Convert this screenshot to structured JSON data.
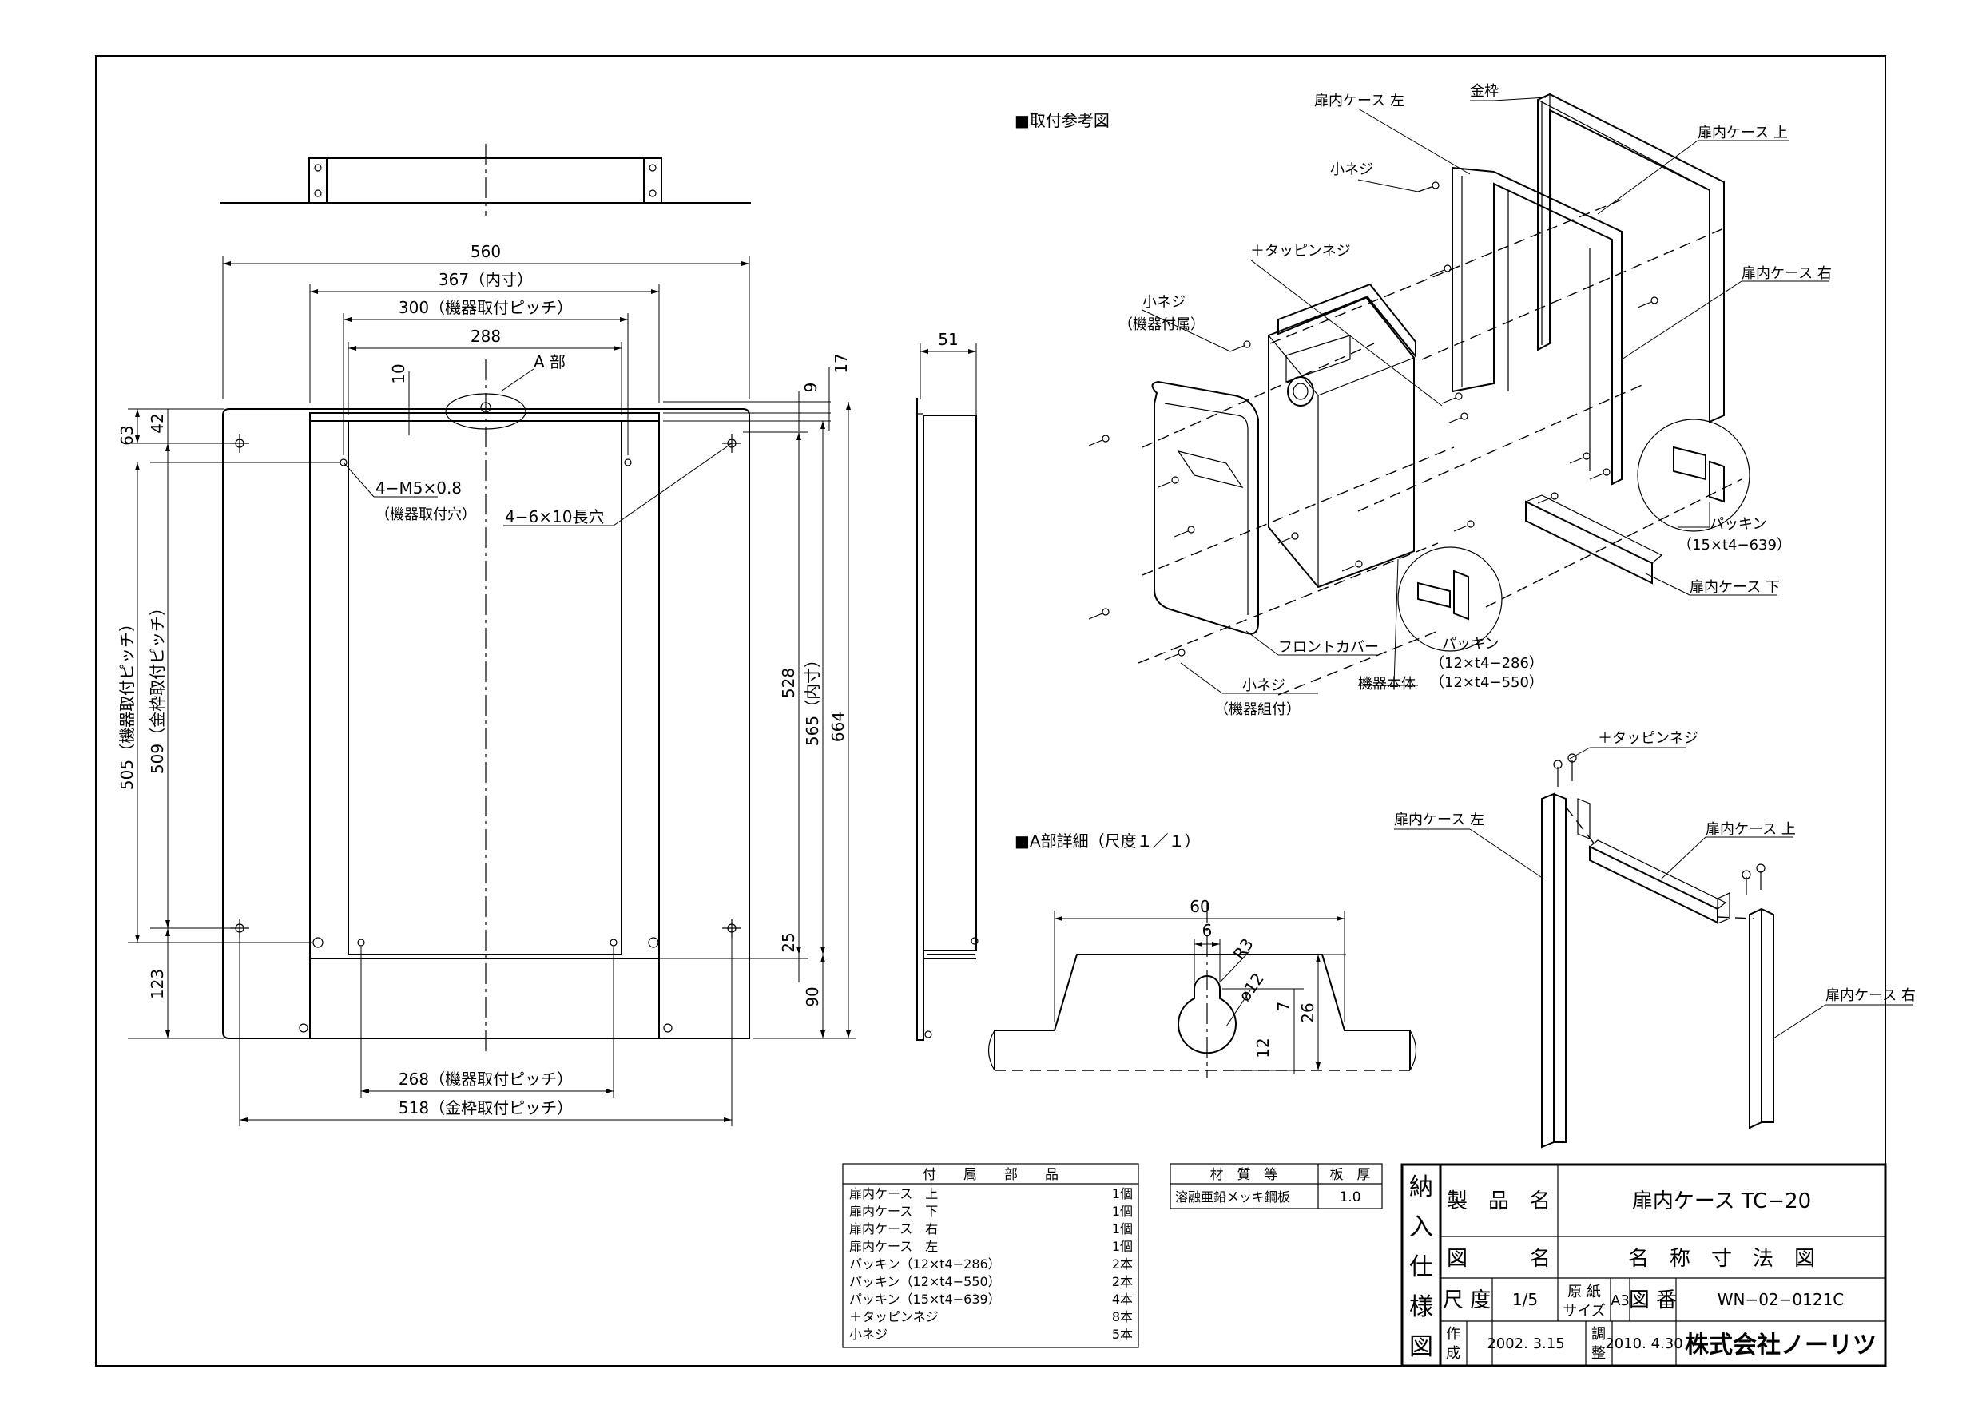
{
  "drawing": {
    "front": {
      "dims": {
        "d560": "560",
        "d367": "367（内寸）",
        "d300": "300（機器取付ピッチ）",
        "d288": "288",
        "d10": "10",
        "a_part": "A 部",
        "d9": "9",
        "d17": "17",
        "d63": "63",
        "d42": "42",
        "d505": "505（機器取付ピッチ）",
        "d509": "509（金枠取付ピッチ）",
        "d123": "123",
        "d528": "528",
        "d565": "565（内寸）",
        "d664": "664",
        "d25": "25",
        "d90": "90",
        "d268": "268（機器取付ピッチ）",
        "d518": "518（金枠取付ピッチ）",
        "m5": "4−M5×0.8",
        "m5_sub": "（機器取付穴）",
        "slot": "4−6×10長穴"
      }
    },
    "side": {
      "d51": "51"
    },
    "iso": {
      "title": "■取付参考図",
      "labels": {
        "kanawaku": "金枠",
        "case_left": "扉内ケース 左",
        "case_top": "扉内ケース 上",
        "case_right": "扉内ケース 右",
        "case_bottom": "扉内ケース 下",
        "koneji": "小ネジ",
        "tapping": "＋タッピンネジ",
        "koneji_equip": "小ネジ",
        "koneji_equip_sub": "（機器付属）",
        "packing1": "パッキン",
        "packing1_sub": "（15×t4−639）",
        "packing2": "パッキン",
        "packing2_sub1": "（12×t4−286）",
        "packing2_sub2": "（12×t4−550）",
        "front_cover": "フロントカバー",
        "body": "機器本体",
        "koneji_kumi": "小ネジ",
        "koneji_kumi_sub": "（機器組付）"
      }
    },
    "detail": {
      "title": "■A部詳細（尺度１／１）",
      "dims": {
        "d60": "60",
        "d6": "6",
        "r3": "R3",
        "phi12": "ø12",
        "d7": "7",
        "d26": "26",
        "d12": "12"
      }
    },
    "assembly": {
      "tapping": "＋タッピンネジ",
      "case_left": "扉内ケース 左",
      "case_top": "扉内ケース 上",
      "case_right": "扉内ケース 右"
    }
  },
  "parts_table": {
    "header": "付　　属　　部　　品",
    "rows": [
      {
        "name": "扉内ケース　上",
        "qty": "1個"
      },
      {
        "name": "扉内ケース　下",
        "qty": "1個"
      },
      {
        "name": "扉内ケース　右",
        "qty": "1個"
      },
      {
        "name": "扉内ケース　左",
        "qty": "1個"
      },
      {
        "name": "パッキン（12×t4−286）",
        "qty": "2本"
      },
      {
        "name": "パッキン（12×t4−550）",
        "qty": "2本"
      },
      {
        "name": "パッキン（15×t4−639）",
        "qty": "4本"
      },
      {
        "name": "＋タッピンネジ",
        "qty": "8本"
      },
      {
        "name": "小ネジ",
        "qty": "5本"
      }
    ]
  },
  "material_table": {
    "h_material": "材　質　等",
    "h_thickness": "板　厚",
    "material": "溶融亜鉛メッキ鋼板",
    "thickness": "1.0"
  },
  "title_block": {
    "side_label": [
      "納",
      "入",
      "仕",
      "様",
      "図"
    ],
    "product_name_label": "製　品　名",
    "product_name": "扉内ケース TC−20",
    "drawing_name_label": "図　　　名",
    "drawing_name": "名　称　寸　法　図",
    "scale_label": "尺 度",
    "scale": "1/5",
    "paper_label_1": "原 紙",
    "paper_label_2": "サイズ",
    "paper": "A3",
    "number_label": "図 番",
    "number": "WN−02−0121C",
    "created_label_1": "作",
    "created_label_2": "成",
    "created": "2002. 3.15",
    "adjusted_label_1": "調",
    "adjusted_label_2": "整",
    "adjusted": "2010. 4.30",
    "company": "株式会社ノーリツ"
  }
}
